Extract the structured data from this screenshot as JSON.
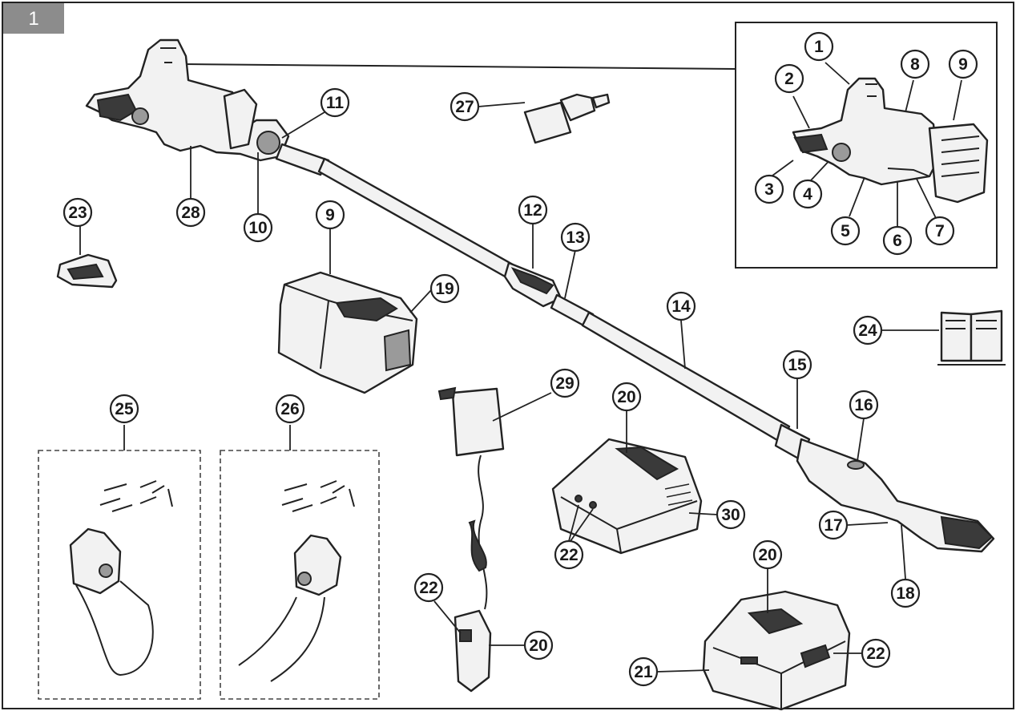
{
  "figure": {
    "number": "1"
  },
  "colors": {
    "tab": "#8c8c8c",
    "stroke": "#222222",
    "part": "#f2f2f2"
  },
  "callouts": [
    {
      "id": "c1",
      "label": "1"
    },
    {
      "id": "c2",
      "label": "2"
    },
    {
      "id": "c3",
      "label": "3"
    },
    {
      "id": "c4",
      "label": "4"
    },
    {
      "id": "c5",
      "label": "5"
    },
    {
      "id": "c6",
      "label": "6"
    },
    {
      "id": "c7",
      "label": "7"
    },
    {
      "id": "c8",
      "label": "8"
    },
    {
      "id": "c9a",
      "label": "9"
    },
    {
      "id": "c9b",
      "label": "9"
    },
    {
      "id": "c10",
      "label": "10"
    },
    {
      "id": "c11",
      "label": "11"
    },
    {
      "id": "c12",
      "label": "12"
    },
    {
      "id": "c13",
      "label": "13"
    },
    {
      "id": "c14",
      "label": "14"
    },
    {
      "id": "c15",
      "label": "15"
    },
    {
      "id": "c16",
      "label": "16"
    },
    {
      "id": "c17",
      "label": "17"
    },
    {
      "id": "c18",
      "label": "18"
    },
    {
      "id": "c19",
      "label": "19"
    },
    {
      "id": "c20a",
      "label": "20"
    },
    {
      "id": "c20b",
      "label": "20"
    },
    {
      "id": "c20c",
      "label": "20"
    },
    {
      "id": "c21",
      "label": "21"
    },
    {
      "id": "c22a",
      "label": "22"
    },
    {
      "id": "c22b",
      "label": "22"
    },
    {
      "id": "c22c",
      "label": "22"
    },
    {
      "id": "c23",
      "label": "23"
    },
    {
      "id": "c24",
      "label": "24"
    },
    {
      "id": "c25",
      "label": "25"
    },
    {
      "id": "c26",
      "label": "26"
    },
    {
      "id": "c27",
      "label": "27"
    },
    {
      "id": "c28",
      "label": "28"
    },
    {
      "id": "c29",
      "label": "29"
    },
    {
      "id": "c30",
      "label": "30"
    }
  ]
}
